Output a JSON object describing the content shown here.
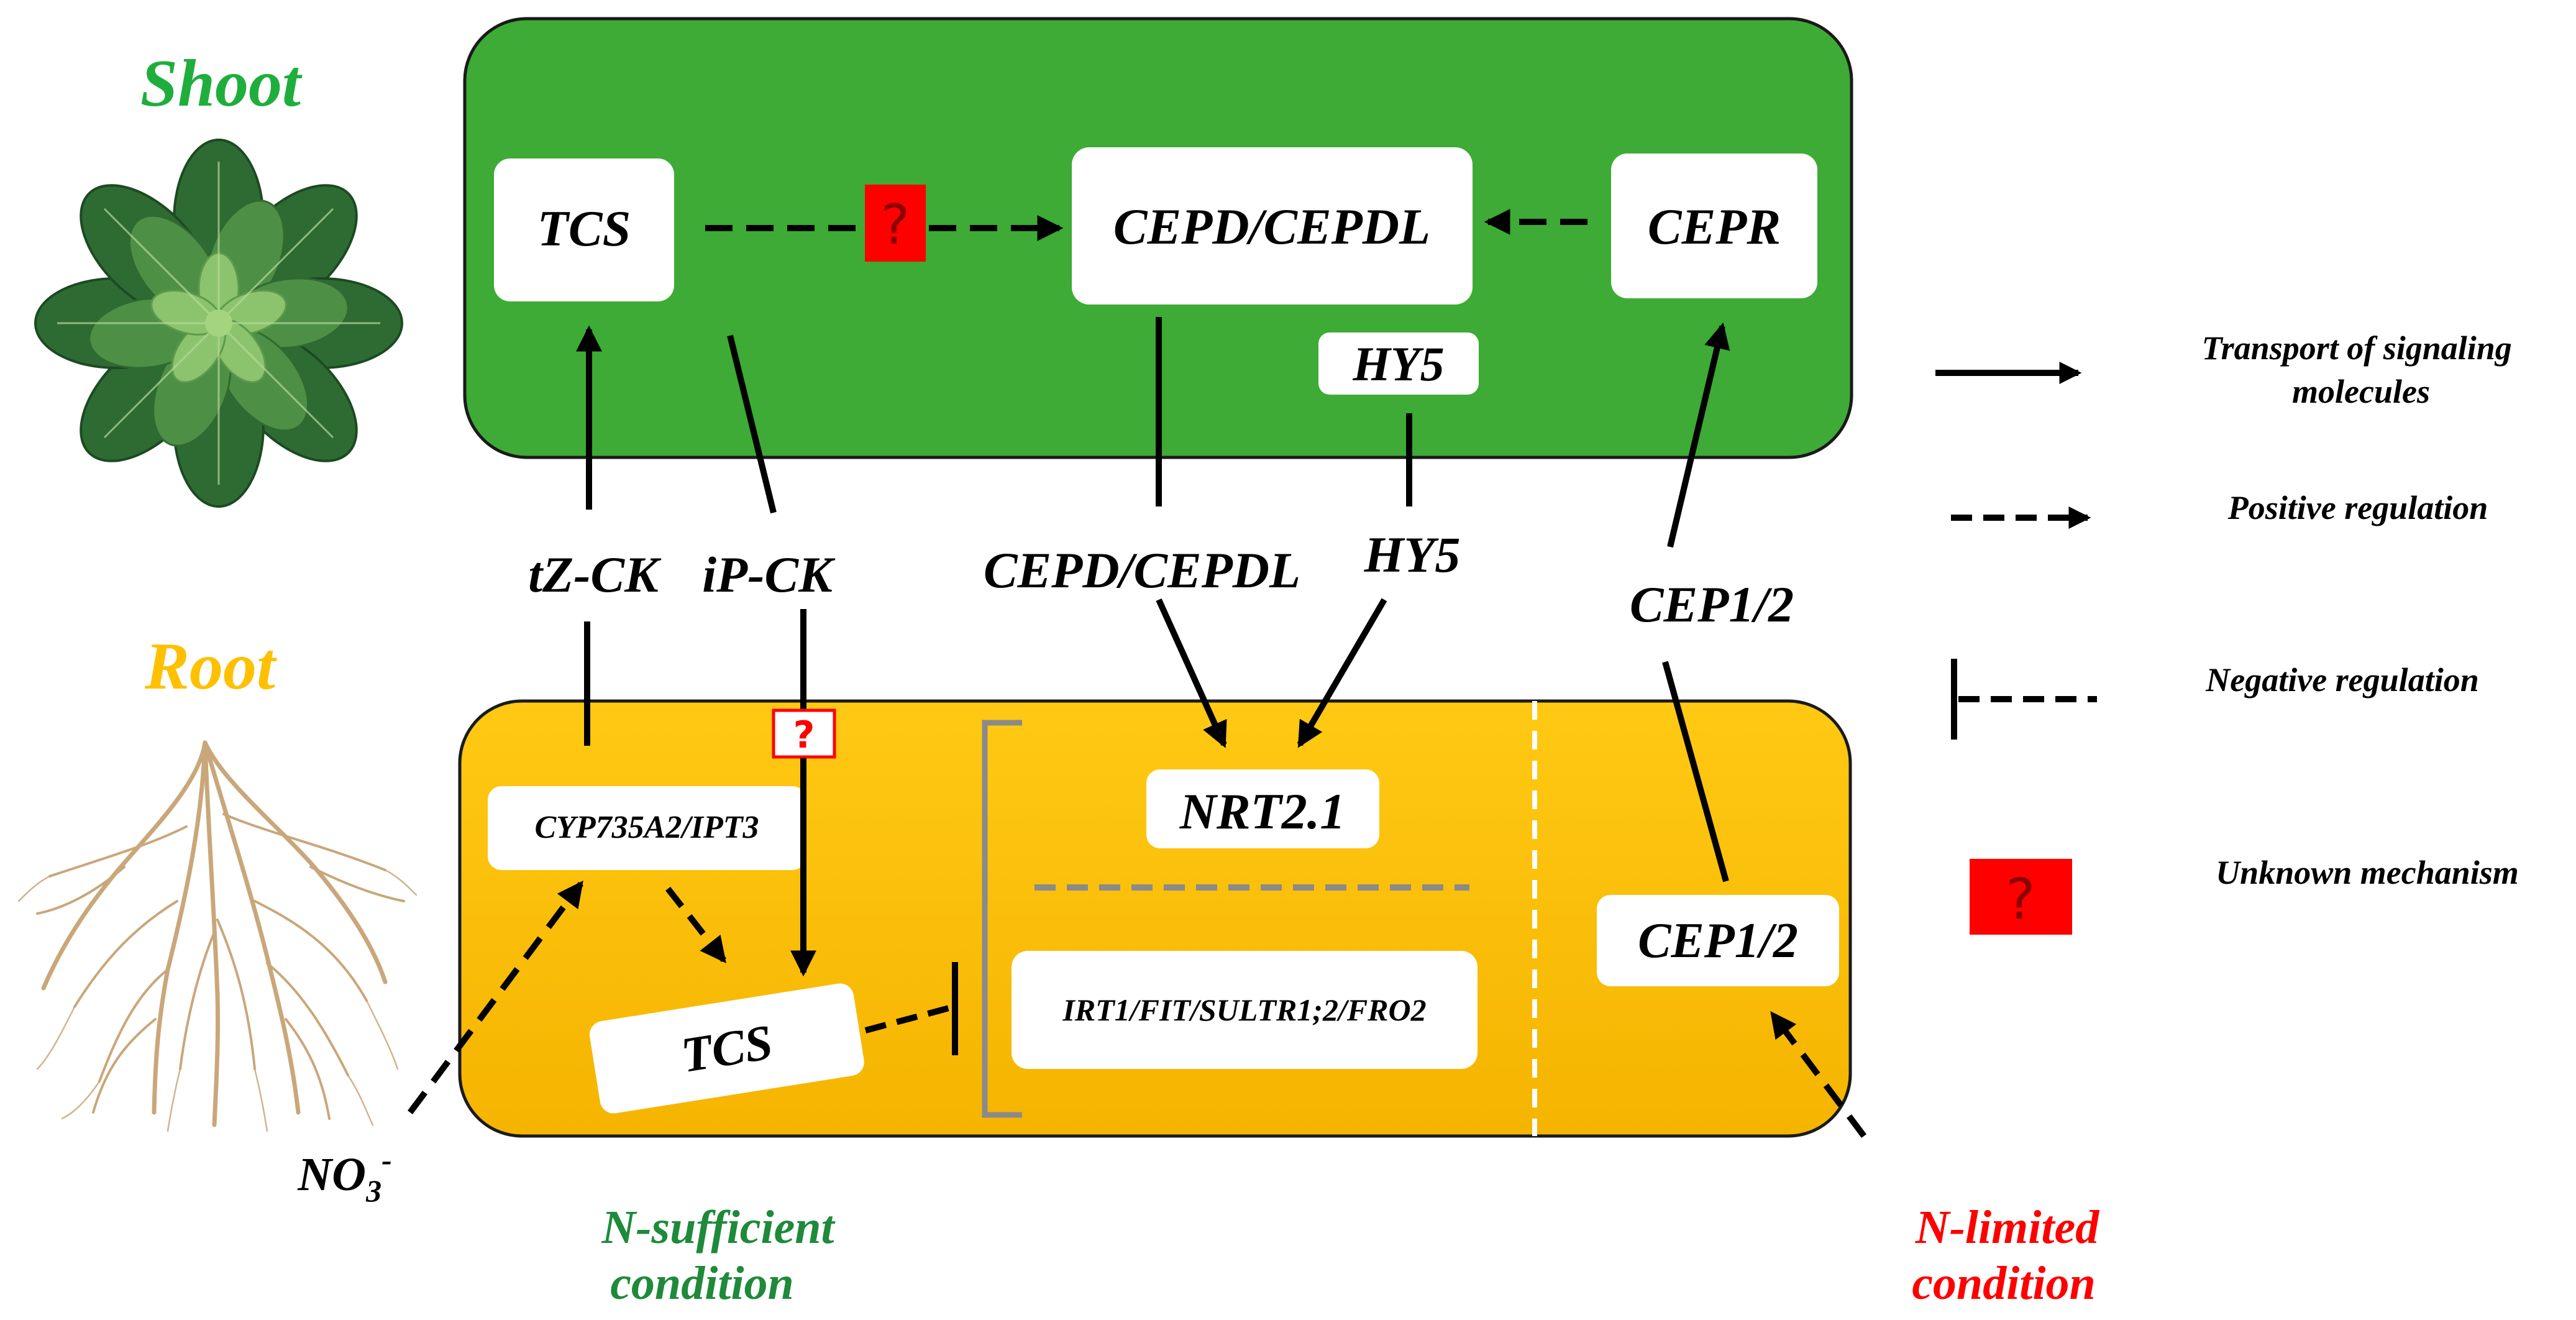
{
  "colors": {
    "shoot_box": "#3dab35",
    "shoot_title": "#1fae3c",
    "root_box_top": "#ffc914",
    "root_box_bottom": "#f5b400",
    "root_title": "#ffc000",
    "n_sufficient": "#1e8a3a",
    "n_limited": "#ff0000",
    "unknown": "#ff0000",
    "bracket": "#8a8a8a"
  },
  "regions": {
    "shoot_title": "Shoot",
    "root_title": "Root"
  },
  "shoot_nodes": {
    "tcs": "TCS",
    "cepd": "CEPD/CEPDL",
    "cepr": "CEPR",
    "hy5": "HY5"
  },
  "mobile_signals": {
    "tzck": "tZ-CK",
    "ipck": "iP-CK",
    "cepd": "CEPD/CEPDL",
    "hy5": "HY5",
    "cep12": "CEP1/2"
  },
  "root_nodes": {
    "cyp": "CYP735A2/IPT3",
    "tcs": "TCS",
    "nrt": "NRT2.1",
    "irt": "IRT1/FIT/SULTR1;2/FRO2",
    "cep12": "CEP1/2"
  },
  "nitrate": {
    "base": "NO",
    "sub": "3",
    "sup": "-"
  },
  "unknown_mark": "?",
  "conditions": {
    "sufficient": [
      "N-sufficient",
      "condition"
    ],
    "limited": [
      "N-limited",
      "condition"
    ]
  },
  "legend": {
    "transport": [
      "Transport of signaling",
      "molecules"
    ],
    "positive": "Positive regulation",
    "negative": "Negative regulation",
    "unknown": "Unknown mechanism"
  }
}
